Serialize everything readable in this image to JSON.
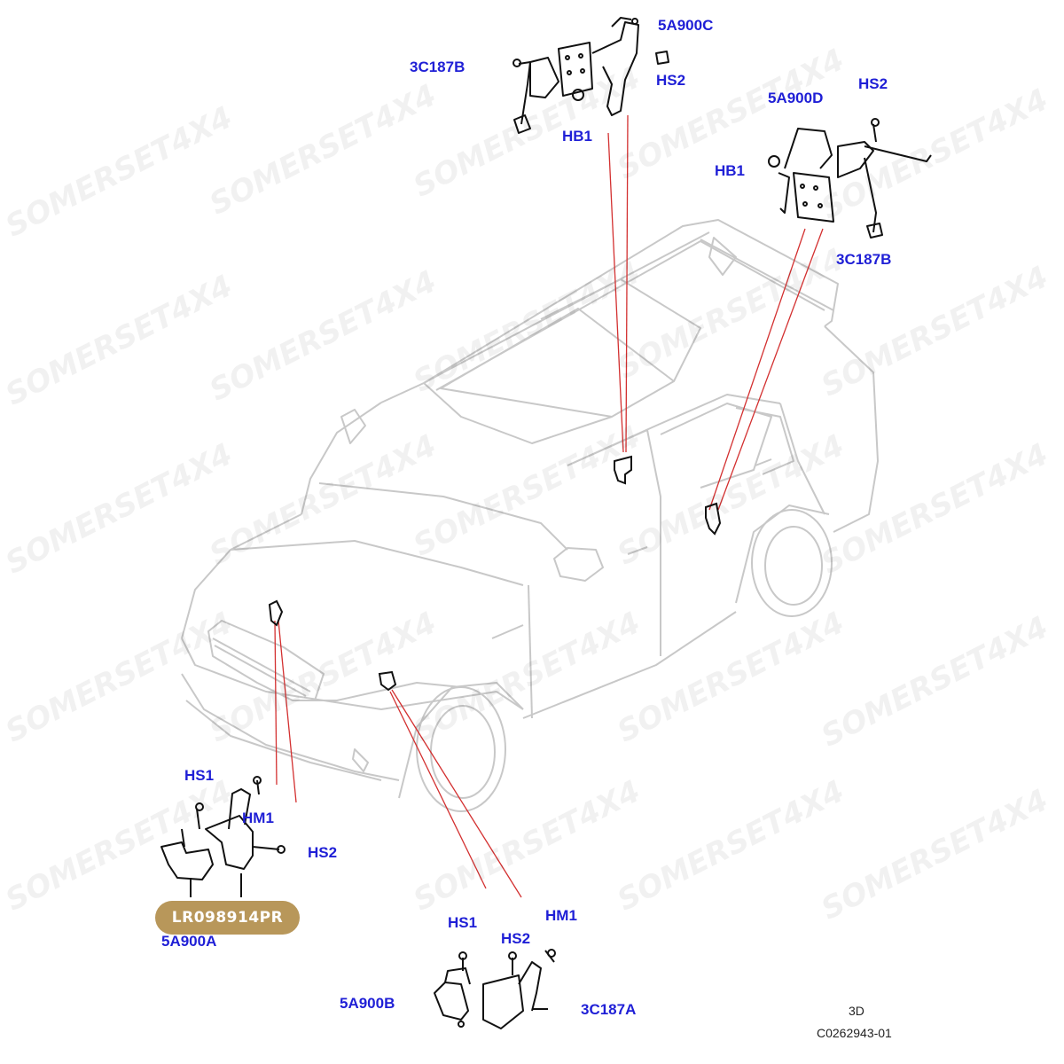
{
  "watermark": "SOMERSET4X4",
  "badge": {
    "text": "LR098914PR",
    "color": "#b8975a"
  },
  "leader_color": "#d33030",
  "callout_color": "#1f1fd6",
  "callouts": {
    "top_5A900C": "5A900C",
    "top_3C187B": "3C187B",
    "top_HS2": "HS2",
    "top_HB1": "HB1",
    "right_HS2": "HS2",
    "right_5A900D": "5A900D",
    "right_HB1": "HB1",
    "right_3C187B": "3C187B",
    "fl_HS1": "HS1",
    "fl_HM1": "HM1",
    "fl_HS2": "HS2",
    "fl_5A900A": "5A900A",
    "fr_HS1": "HS1",
    "fr_HS2": "HS2",
    "fr_HM1": "HM1",
    "fr_5A900B": "5A900B",
    "fr_3C187A": "3C187A"
  },
  "reference": {
    "view": "3D",
    "code": "C0262943-01"
  }
}
